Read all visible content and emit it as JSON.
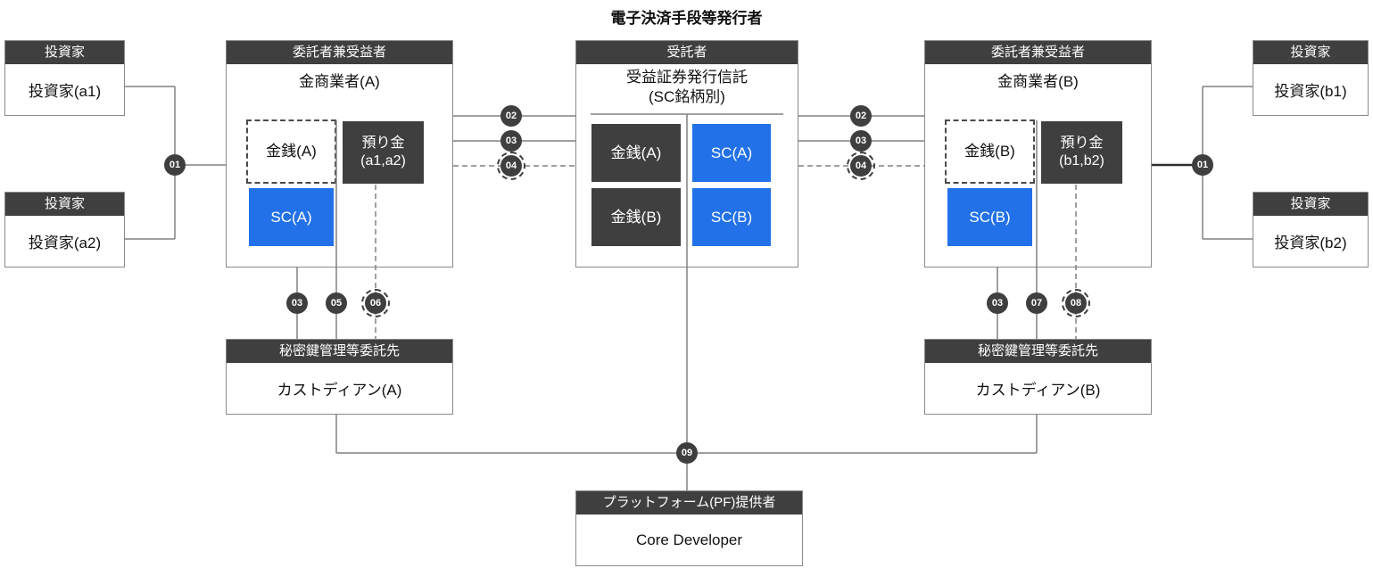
{
  "title": "電子決済手段等発行者",
  "colors": {
    "dark": "#3f3f3f",
    "blue": "#2271e8",
    "line": "#808080"
  },
  "investor_a1": {
    "header": "投資家",
    "label": "投資家(a1)"
  },
  "investor_a2": {
    "header": "投資家",
    "label": "投資家(a2)"
  },
  "investor_b1": {
    "header": "投資家",
    "label": "投資家(b1)"
  },
  "investor_b2": {
    "header": "投資家",
    "label": "投資家(b2)"
  },
  "trustor_a": {
    "header": "委託者兼受益者",
    "name": "金商業者(A)",
    "cash": "金銭(A)",
    "deposit": "預り金\n(a1,a2)",
    "sc": "SC(A)"
  },
  "trustee": {
    "header": "受託者",
    "name": "受益証券発行信託\n(SC銘柄別)",
    "cash_a": "金銭(A)",
    "sc_a": "SC(A)",
    "cash_b": "金銭(B)",
    "sc_b": "SC(B)"
  },
  "trustor_b": {
    "header": "委託者兼受益者",
    "name": "金商業者(B)",
    "cash": "金銭(B)",
    "deposit": "預り金\n(b1,b2)",
    "sc": "SC(B)"
  },
  "custodian_a": {
    "header": "秘密鍵管理等委託先",
    "label": "カストディアン(A)"
  },
  "custodian_b": {
    "header": "秘密鍵管理等委託先",
    "label": "カストディアン(B)"
  },
  "platform": {
    "header": "プラットフォーム(PF)提供者",
    "label": "Core Developer"
  },
  "badges": {
    "inv_a": "01",
    "ab_02": "02",
    "ab_03": "03",
    "ab_04": "04",
    "bb_02": "02",
    "bb_03": "03",
    "bb_04": "04",
    "inv_b": "01",
    "ca_03": "03",
    "ca_05": "05",
    "ca_06": "06",
    "cb_03": "03",
    "cb_07": "07",
    "cb_08": "08",
    "pf_09": "09"
  }
}
